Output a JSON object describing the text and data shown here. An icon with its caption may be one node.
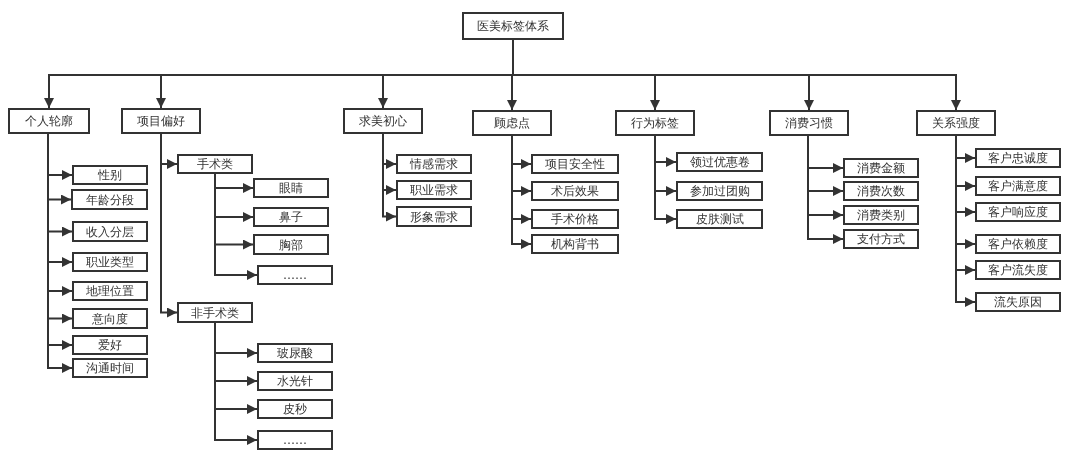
{
  "diagram": {
    "nodes": [
      {
        "text": [
          "医美标签体系"
        ]
      },
      {
        "text": [
          "个人轮廓"
        ]
      },
      {
        "text": [
          "项目偏好"
        ]
      },
      {
        "text": [
          "求美初心"
        ]
      },
      {
        "text": [
          "顾虑点"
        ]
      },
      {
        "text": [
          "行为标签"
        ]
      },
      {
        "text": [
          "消费习惯"
        ]
      },
      {
        "text": [
          "关系强度"
        ]
      },
      {
        "text": [
          "性别"
        ]
      },
      {
        "text": [
          "年龄分段"
        ]
      },
      {
        "text": [
          "收入分层"
        ]
      },
      {
        "text": [
          "职业类型"
        ]
      },
      {
        "text": [
          "地理位置"
        ]
      },
      {
        "text": [
          "意向度"
        ]
      },
      {
        "text": [
          "爱好"
        ]
      },
      {
        "text": [
          "沟通时间"
        ]
      },
      {
        "text": [
          "手术类"
        ]
      },
      {
        "text": [
          "眼睛"
        ]
      },
      {
        "text": [
          "鼻子"
        ]
      },
      {
        "text": [
          "胸部"
        ]
      },
      {
        "text": [
          "……"
        ]
      },
      {
        "text": [
          "非手术类"
        ]
      },
      {
        "text": [
          "玻尿酸"
        ]
      },
      {
        "text": [
          "水光针"
        ]
      },
      {
        "text": [
          "皮秒"
        ]
      },
      {
        "text": [
          "……"
        ]
      },
      {
        "text": [
          "情感需求"
        ]
      },
      {
        "text": [
          "职业需求"
        ]
      },
      {
        "text": [
          "形象需求"
        ]
      },
      {
        "text": [
          "项目安全性"
        ]
      },
      {
        "text": [
          "术后效果"
        ]
      },
      {
        "text": [
          "手术价格"
        ]
      },
      {
        "text": [
          "机构背书"
        ]
      },
      {
        "text": [
          "领过优惠卷"
        ]
      },
      {
        "text": [
          "参加过团购"
        ]
      },
      {
        "text": [
          "皮肤测试"
        ]
      },
      {
        "text": [
          "消费金额"
        ]
      },
      {
        "text": [
          "消费次数"
        ]
      },
      {
        "text": [
          "消费类别"
        ]
      },
      {
        "text": [
          "支付方式"
        ]
      },
      {
        "text": [
          "客户忠诚度"
        ]
      },
      {
        "text": [
          "客户满意度"
        ]
      },
      {
        "text": [
          "客户响应度"
        ]
      },
      {
        "text": [
          "客户依赖度"
        ]
      },
      {
        "text": [
          "客户流失度"
        ]
      },
      {
        "text": [
          "流失原因"
        ]
      }
    ],
    "edges": [
      {
        "from": 0,
        "to": 1,
        "arrow": "to"
      },
      {
        "from": 0,
        "to": 2,
        "arrow": "to"
      },
      {
        "from": 0,
        "to": 3,
        "arrow": "to"
      },
      {
        "from": 0,
        "to": 4,
        "arrow": "to"
      },
      {
        "from": 0,
        "to": 5,
        "arrow": "to"
      },
      {
        "from": 0,
        "to": 6,
        "arrow": "to"
      },
      {
        "from": 0,
        "to": 7,
        "arrow": "to"
      },
      {
        "from": 1,
        "to": 8,
        "arrow": "to"
      },
      {
        "from": 1,
        "to": 9,
        "arrow": "to"
      },
      {
        "from": 1,
        "to": 10,
        "arrow": "to"
      },
      {
        "from": 1,
        "to": 11,
        "arrow": "to"
      },
      {
        "from": 1,
        "to": 12,
        "arrow": "to"
      },
      {
        "from": 1,
        "to": 13,
        "arrow": "to"
      },
      {
        "from": 1,
        "to": 14,
        "arrow": "to"
      },
      {
        "from": 1,
        "to": 15,
        "arrow": "to"
      },
      {
        "from": 2,
        "to": 16,
        "arrow": "to"
      },
      {
        "from": 16,
        "to": 17,
        "arrow": "to"
      },
      {
        "from": 16,
        "to": 18,
        "arrow": "to"
      },
      {
        "from": 16,
        "to": 19,
        "arrow": "to"
      },
      {
        "from": 16,
        "to": 20,
        "arrow": "to"
      },
      {
        "from": 2,
        "to": 21,
        "arrow": "to"
      },
      {
        "from": 21,
        "to": 22,
        "arrow": "to"
      },
      {
        "from": 21,
        "to": 23,
        "arrow": "to"
      },
      {
        "from": 21,
        "to": 24,
        "arrow": "to"
      },
      {
        "from": 21,
        "to": 25,
        "arrow": "to"
      },
      {
        "from": 3,
        "to": 26,
        "arrow": "to"
      },
      {
        "from": 3,
        "to": 27,
        "arrow": "to"
      },
      {
        "from": 3,
        "to": 28,
        "arrow": "to"
      },
      {
        "from": 4,
        "to": 29,
        "arrow": "to"
      },
      {
        "from": 4,
        "to": 30,
        "arrow": "to"
      },
      {
        "from": 4,
        "to": 31,
        "arrow": "to"
      },
      {
        "from": 4,
        "to": 32,
        "arrow": "to"
      },
      {
        "from": 5,
        "to": 33,
        "arrow": "to"
      },
      {
        "from": 5,
        "to": 34,
        "arrow": "to"
      },
      {
        "from": 5,
        "to": 35,
        "arrow": "to"
      },
      {
        "from": 6,
        "to": 36,
        "arrow": "to"
      },
      {
        "from": 6,
        "to": 37,
        "arrow": "to"
      },
      {
        "from": 6,
        "to": 38,
        "arrow": "to"
      },
      {
        "from": 6,
        "to": 39,
        "arrow": "to"
      },
      {
        "from": 7,
        "to": 40,
        "arrow": "to"
      },
      {
        "from": 7,
        "to": 41,
        "arrow": "to"
      },
      {
        "from": 7,
        "to": 42,
        "arrow": "to"
      },
      {
        "from": 7,
        "to": 43,
        "arrow": "to"
      },
      {
        "from": 7,
        "to": 44,
        "arrow": "to"
      },
      {
        "from": 7,
        "to": 45,
        "arrow": "to"
      }
    ]
  }
}
